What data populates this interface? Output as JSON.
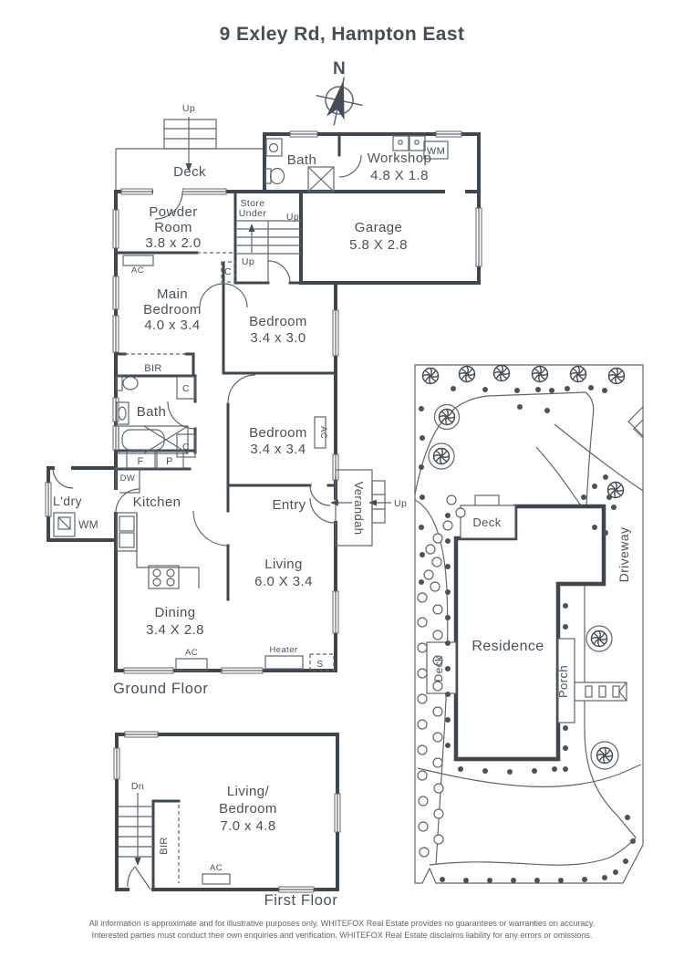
{
  "title": "9 Exley Rd, Hampton East",
  "compass": {
    "north": "N"
  },
  "ground_floor": {
    "caption": "Ground Floor",
    "deck": "Deck",
    "bath_top": "Bath",
    "workshop": "Workshop",
    "workshop_dims": "4.8 X 1.8",
    "garage": "Garage",
    "garage_dims": "5.8 X 2.8",
    "powder_line1": "Powder",
    "powder_line2": "Room",
    "powder_dims": "3.8 x 2.0",
    "store_line1": "Store",
    "store_line2": "Under",
    "main_bed_line1": "Main",
    "main_bed_line2": "Bedroom",
    "main_bed_dims": "4.0 x 3.4",
    "bedroom1": "Bedroom",
    "bedroom1_dims": "3.4 x 3.0",
    "bedroom2": "Bedroom",
    "bedroom2_dims": "3.4 x 3.4",
    "bath": "Bath",
    "laundry": "L'dry",
    "kitchen": "Kitchen",
    "entry": "Entry",
    "verandah": "Verandah",
    "living": "Living",
    "living_dims": "6.0 X 3.4",
    "dining": "Dining",
    "dining_dims": "3.4 X 2.8"
  },
  "first_floor": {
    "caption": "First Floor",
    "room_line1": "Living/",
    "room_line2": "Bedroom",
    "room_dims": "7.0 x 4.8"
  },
  "site_plan": {
    "residence": "Residence",
    "deck_top": "Deck",
    "deck_side": "Deck",
    "porch": "Porch",
    "driveway": "Driveway"
  },
  "annotations": {
    "up": "Up",
    "dn": "Dn",
    "ac": "AC",
    "wm": "WM",
    "dw": "DW",
    "bir": "BIR",
    "c": "C",
    "f": "F",
    "p": "P",
    "s": "S",
    "heater": "Heater"
  },
  "disclaimer": {
    "line1": "All information is approximate and for illustrative purposes only. WHITEFOX Real Estate provides no guarantees or warranties on accuracy.",
    "line2": "Interested parties must conduct their own enquiries and verification. WHITEFOX Real Estate disclaims liability for any errors or omissions."
  }
}
